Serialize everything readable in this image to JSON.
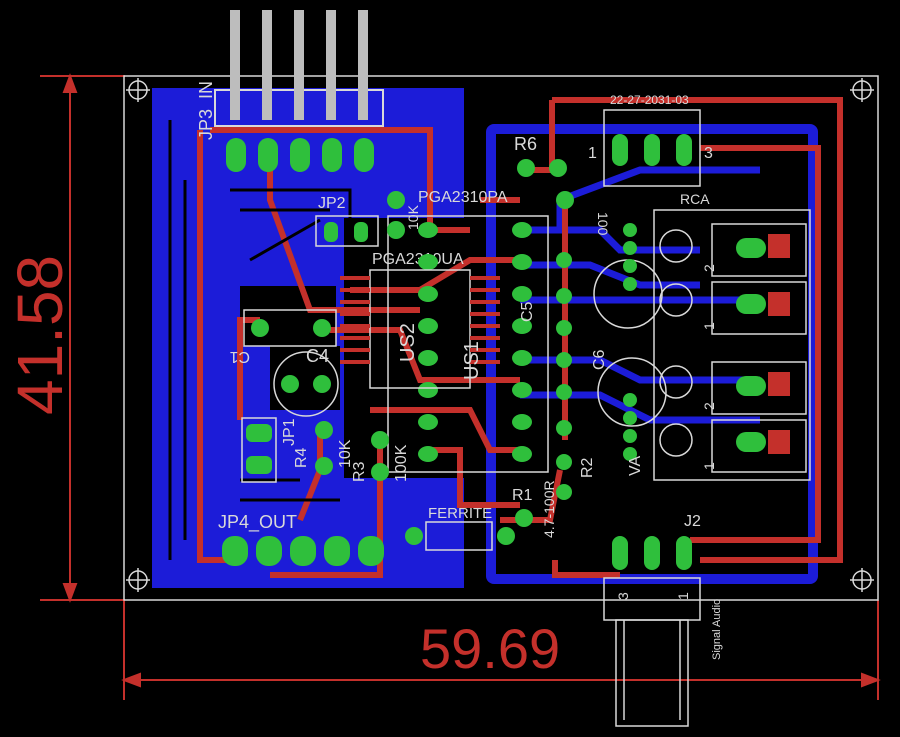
{
  "dimensions": {
    "height_label": "41.58",
    "width_label": "59.69"
  },
  "labels": {
    "jp3": "JP3_IN",
    "jp2": "JP2",
    "jp1": "JP1",
    "jp4": "JP4_OUT",
    "pga_a": "PGA2310PA",
    "pga_u": "PGA2310UA",
    "us2": "US2",
    "us1": "US1",
    "c4": "C4",
    "c1": "C1",
    "c5": "C5",
    "c6": "C6",
    "c100_a": "100",
    "r6": "R6",
    "r1": "R1",
    "r2": "R2",
    "r3": "R3",
    "r4": "R4",
    "r3_val": "100K",
    "r4_val": "10K",
    "r1_val": "4.7-100R",
    "ferrite": "FERRITE",
    "connector_top": "22-27-2031-03",
    "rca": "RCA",
    "j2": "J2",
    "signal_audio": "Signal Audio",
    "pin1": "1",
    "pin3": "3",
    "pin2": "2",
    "va": "VA",
    "ten_k": "10K"
  },
  "colors": {
    "background": "#000000",
    "copper_top": "#c4302b",
    "copper_bottom": "#1c1cd8",
    "pad": "#2fbf3c",
    "silk": "#d9d9d9",
    "dimension": "#c4302b"
  }
}
